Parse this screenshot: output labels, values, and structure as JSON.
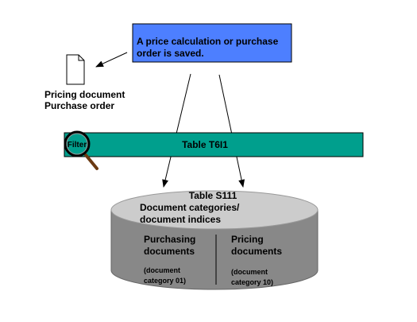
{
  "event_box": {
    "line1": "A price calculation or purchase",
    "line2": "order is saved.",
    "fill": "#4d7fff"
  },
  "document": {
    "label_line1": "Pricing document",
    "label_line2": "Purchase order"
  },
  "table_t6i1": {
    "label": "Table T6I1",
    "filter_label": "Filter",
    "fill": "#009f8d"
  },
  "table_s111": {
    "title": "Table S111",
    "subtitle_line1": "Document categories/",
    "subtitle_line2": "document indices",
    "top_fill": "#cccccc",
    "side_fill": "#888888",
    "left": {
      "name_line1": "Purchasing",
      "name_line2": "documents",
      "note_line1": "(document",
      "note_line2": "category 01)"
    },
    "right": {
      "name_line1": "Pricing",
      "name_line2": "documents",
      "note_line1": "(document",
      "note_line2": "category 10)"
    }
  }
}
